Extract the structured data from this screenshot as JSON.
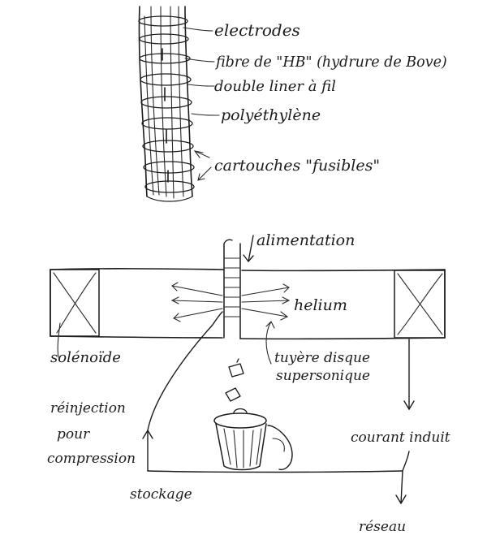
{
  "colors": {
    "ink": "#1c1c1c",
    "paper": "#ffffff"
  },
  "rod_labels": {
    "electrodes": "electrodes",
    "fibre": "fibre de \"HB\" (hydrure de Bove)",
    "liner": "double liner à fil",
    "polyethylene": "polyéthylène",
    "cartouches": "cartouches \"fusibles\""
  },
  "reactor_labels": {
    "alimentation": "alimentation",
    "helium": "helium",
    "solenoide": "solénoïde",
    "tuyere_line1": "tuyère disque",
    "tuyere_line2": "supersonique",
    "reinjection_line1": "réinjection",
    "reinjection_line2": "pour",
    "reinjection_line3": "compression",
    "stockage": "stockage",
    "courant": "courant induit",
    "reseau": "réseau"
  },
  "icons": {
    "trash": "trash-can-icon"
  }
}
